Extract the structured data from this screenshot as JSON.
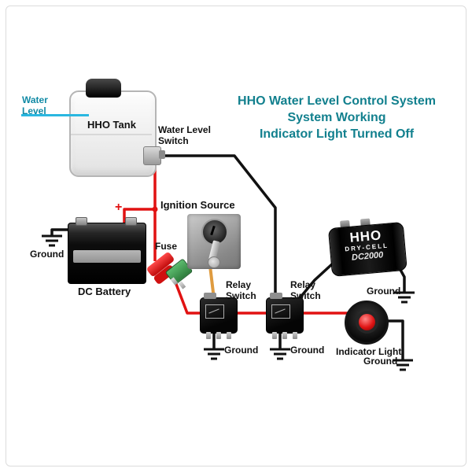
{
  "title": {
    "line1": "HHO Water Level Control System",
    "line2": "System Working",
    "line3": "Indicator Light Turned Off"
  },
  "labels": {
    "water_level": "Water Level",
    "tank": "HHO Tank",
    "water_level_switch": "Water Level Switch",
    "dc_battery": "DC Battery",
    "fuse": "Fuse",
    "ignition_source": "Ignition Source",
    "relay_switch": "Relay Switch",
    "indicator_light": "Indicator Light",
    "ground": "Ground",
    "battery_plus": "+"
  },
  "components": {
    "dry_cell": {
      "line1": "HHO",
      "line2": "DRY-CELL",
      "line3": "DC2000"
    }
  },
  "colors": {
    "title_teal": "#12808e",
    "wire_red": "#e11212",
    "wire_black": "#111111",
    "wire_orange": "#df9b3f",
    "water_level_line": "#2ab7e0"
  }
}
